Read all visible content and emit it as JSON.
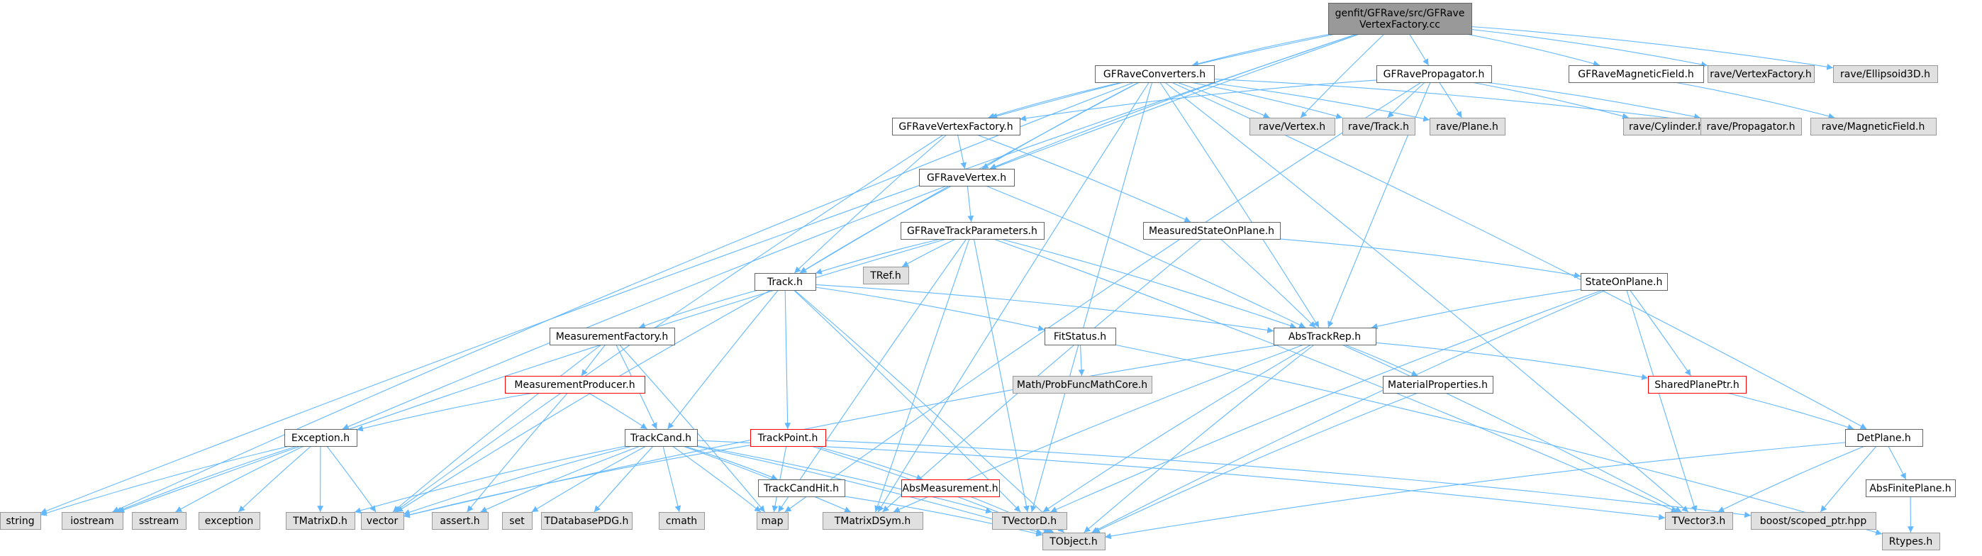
{
  "colors": {
    "edge": "#63b8ff",
    "border_default": "#666666",
    "border_external": "#999999",
    "border_truncated": "#ff0000",
    "fill_root": "#999999",
    "fill_external": "#e0e0e0",
    "fill_default": "#ffffff"
  },
  "nodes": [
    {
      "id": "root",
      "lines": [
        "genfit/GFRave/src/GFRave",
        "VertexFactory.cc"
      ],
      "kind": "root"
    },
    {
      "id": "conv",
      "lines": [
        "GFRaveConverters.h"
      ],
      "kind": "default"
    },
    {
      "id": "prop",
      "lines": [
        "GFRavePropagator.h"
      ],
      "kind": "default"
    },
    {
      "id": "magf",
      "lines": [
        "GFRaveMagneticField.h"
      ],
      "kind": "default"
    },
    {
      "id": "rvf",
      "lines": [
        "rave/VertexFactory.h"
      ],
      "kind": "external"
    },
    {
      "id": "rell",
      "lines": [
        "rave/Ellipsoid3D.h"
      ],
      "kind": "external"
    },
    {
      "id": "gfvf",
      "lines": [
        "GFRaveVertexFactory.h"
      ],
      "kind": "default"
    },
    {
      "id": "rvtx",
      "lines": [
        "rave/Vertex.h"
      ],
      "kind": "external"
    },
    {
      "id": "rtrk",
      "lines": [
        "rave/Track.h"
      ],
      "kind": "external"
    },
    {
      "id": "rpln",
      "lines": [
        "rave/Plane.h"
      ],
      "kind": "external"
    },
    {
      "id": "rcyl",
      "lines": [
        "rave/Cylinder.h"
      ],
      "kind": "external"
    },
    {
      "id": "rprp",
      "lines": [
        "rave/Propagator.h"
      ],
      "kind": "external"
    },
    {
      "id": "rmag",
      "lines": [
        "rave/MagneticField.h"
      ],
      "kind": "external"
    },
    {
      "id": "gfvx",
      "lines": [
        "GFRaveVertex.h"
      ],
      "kind": "default"
    },
    {
      "id": "gftp",
      "lines": [
        "GFRaveTrackParameters.h"
      ],
      "kind": "default"
    },
    {
      "id": "msop",
      "lines": [
        "MeasuredStateOnPlane.h"
      ],
      "kind": "default"
    },
    {
      "id": "tref",
      "lines": [
        "TRef.h"
      ],
      "kind": "external"
    },
    {
      "id": "track",
      "lines": [
        "Track.h"
      ],
      "kind": "default"
    },
    {
      "id": "sop",
      "lines": [
        "StateOnPlane.h"
      ],
      "kind": "default"
    },
    {
      "id": "mfac",
      "lines": [
        "MeasurementFactory.h"
      ],
      "kind": "default"
    },
    {
      "id": "fits",
      "lines": [
        "FitStatus.h"
      ],
      "kind": "default"
    },
    {
      "id": "atr",
      "lines": [
        "AbsTrackRep.h"
      ],
      "kind": "default"
    },
    {
      "id": "math",
      "lines": [
        "Math/ProbFuncMathCore.h"
      ],
      "kind": "external"
    },
    {
      "id": "mprod",
      "lines": [
        "MeasurementProducer.h"
      ],
      "kind": "truncated"
    },
    {
      "id": "matp",
      "lines": [
        "MaterialProperties.h"
      ],
      "kind": "default"
    },
    {
      "id": "spp",
      "lines": [
        "SharedPlanePtr.h"
      ],
      "kind": "truncated"
    },
    {
      "id": "exc",
      "lines": [
        "Exception.h"
      ],
      "kind": "default"
    },
    {
      "id": "tcand",
      "lines": [
        "TrackCand.h"
      ],
      "kind": "default"
    },
    {
      "id": "tpt",
      "lines": [
        "TrackPoint.h"
      ],
      "kind": "truncated"
    },
    {
      "id": "detp",
      "lines": [
        "DetPlane.h"
      ],
      "kind": "default"
    },
    {
      "id": "amea",
      "lines": [
        "AbsMeasurement.h"
      ],
      "kind": "truncated"
    },
    {
      "id": "tch",
      "lines": [
        "TrackCandHit.h"
      ],
      "kind": "default"
    },
    {
      "id": "afp",
      "lines": [
        "AbsFinitePlane.h"
      ],
      "kind": "default"
    },
    {
      "id": "str",
      "lines": [
        "string"
      ],
      "kind": "external"
    },
    {
      "id": "ios",
      "lines": [
        "iostream"
      ],
      "kind": "external"
    },
    {
      "id": "sst",
      "lines": [
        "sstream"
      ],
      "kind": "external"
    },
    {
      "id": "exn",
      "lines": [
        "exception"
      ],
      "kind": "external"
    },
    {
      "id": "tmd",
      "lines": [
        "TMatrixD.h"
      ],
      "kind": "external"
    },
    {
      "id": "vec",
      "lines": [
        "vector"
      ],
      "kind": "external"
    },
    {
      "id": "ast",
      "lines": [
        "assert.h"
      ],
      "kind": "external"
    },
    {
      "id": "set",
      "lines": [
        "set"
      ],
      "kind": "external"
    },
    {
      "id": "tdb",
      "lines": [
        "TDatabasePDG.h"
      ],
      "kind": "external"
    },
    {
      "id": "cmt",
      "lines": [
        "cmath"
      ],
      "kind": "external"
    },
    {
      "id": "map",
      "lines": [
        "map"
      ],
      "kind": "external"
    },
    {
      "id": "tmds",
      "lines": [
        "TMatrixDSym.h"
      ],
      "kind": "external"
    },
    {
      "id": "tv3",
      "lines": [
        "TVectorD.h"
      ],
      "kind": "external"
    },
    {
      "id": "tv3h",
      "lines": [
        "TVector3.h"
      ],
      "kind": "external"
    },
    {
      "id": "bsp",
      "lines": [
        "boost/scoped_ptr.hpp"
      ],
      "kind": "external"
    },
    {
      "id": "tobj",
      "lines": [
        "TObject.h"
      ],
      "kind": "external"
    },
    {
      "id": "rty",
      "lines": [
        "Rtypes.h"
      ],
      "kind": "external"
    }
  ],
  "edges": [
    [
      "root",
      "conv"
    ],
    [
      "root",
      "prop"
    ],
    [
      "root",
      "magf"
    ],
    [
      "root",
      "rvf"
    ],
    [
      "root",
      "rell"
    ],
    [
      "root",
      "gfvf"
    ],
    [
      "root",
      "gfvx"
    ],
    [
      "root",
      "rvtx"
    ],
    [
      "root",
      "exc"
    ],
    [
      "root",
      "str"
    ],
    [
      "conv",
      "gfvf"
    ],
    [
      "conv",
      "gfvx"
    ],
    [
      "conv",
      "rvtx"
    ],
    [
      "conv",
      "rtrk"
    ],
    [
      "conv",
      "rpln"
    ],
    [
      "conv",
      "track"
    ],
    [
      "conv",
      "atr"
    ],
    [
      "conv",
      "detp"
    ],
    [
      "conv",
      "ios"
    ],
    [
      "conv",
      "tv3h"
    ],
    [
      "conv",
      "tmds"
    ],
    [
      "conv",
      "tv3"
    ],
    [
      "conv",
      "rprp"
    ],
    [
      "prop",
      "gfvf"
    ],
    [
      "prop",
      "rtrk"
    ],
    [
      "prop",
      "rpln"
    ],
    [
      "prop",
      "rcyl"
    ],
    [
      "prop",
      "rprp"
    ],
    [
      "prop",
      "atr"
    ],
    [
      "prop",
      "map"
    ],
    [
      "magf",
      "rmag"
    ],
    [
      "gfvf",
      "gfvx"
    ],
    [
      "gfvf",
      "track"
    ],
    [
      "gfvf",
      "msop"
    ],
    [
      "gfvf",
      "vec"
    ],
    [
      "gfvx",
      "gftp"
    ],
    [
      "gfvx",
      "atr"
    ],
    [
      "gfvx",
      "track"
    ],
    [
      "gftp",
      "track"
    ],
    [
      "gftp",
      "tref"
    ],
    [
      "gftp",
      "atr"
    ],
    [
      "gftp",
      "tmds"
    ],
    [
      "gftp",
      "tv3"
    ],
    [
      "gftp",
      "tv3h"
    ],
    [
      "gftp",
      "ios"
    ],
    [
      "gftp",
      "map"
    ],
    [
      "msop",
      "sop"
    ],
    [
      "msop",
      "atr"
    ],
    [
      "msop",
      "tmds"
    ],
    [
      "track",
      "mfac"
    ],
    [
      "track",
      "fits"
    ],
    [
      "track",
      "atr"
    ],
    [
      "track",
      "tcand"
    ],
    [
      "track",
      "tpt"
    ],
    [
      "track",
      "vec"
    ],
    [
      "track",
      "tv3"
    ],
    [
      "track",
      "tobj"
    ],
    [
      "sop",
      "atr"
    ],
    [
      "sop",
      "spp"
    ],
    [
      "sop",
      "tv3"
    ],
    [
      "sop",
      "tv3h"
    ],
    [
      "sop",
      "tobj"
    ],
    [
      "mfac",
      "mprod"
    ],
    [
      "mfac",
      "tcand"
    ],
    [
      "mfac",
      "vec"
    ],
    [
      "mfac",
      "map"
    ],
    [
      "fits",
      "math"
    ],
    [
      "fits",
      "rty"
    ],
    [
      "atr",
      "matp"
    ],
    [
      "atr",
      "spp"
    ],
    [
      "atr",
      "tv3"
    ],
    [
      "atr",
      "tmds"
    ],
    [
      "atr",
      "tobj"
    ],
    [
      "atr",
      "tv3h"
    ],
    [
      "atr",
      "vec"
    ],
    [
      "mprod",
      "exc"
    ],
    [
      "mprod",
      "tcand"
    ],
    [
      "mprod",
      "ast"
    ],
    [
      "matp",
      "tobj"
    ],
    [
      "spp",
      "detp"
    ],
    [
      "exc",
      "str"
    ],
    [
      "exc",
      "ios"
    ],
    [
      "exc",
      "sst"
    ],
    [
      "exc",
      "exn"
    ],
    [
      "exc",
      "tmd"
    ],
    [
      "exc",
      "vec"
    ],
    [
      "tcand",
      "tch"
    ],
    [
      "tcand",
      "tmd"
    ],
    [
      "tcand",
      "vec"
    ],
    [
      "tcand",
      "ast"
    ],
    [
      "tcand",
      "set"
    ],
    [
      "tcand",
      "tdb"
    ],
    [
      "tcand",
      "cmt"
    ],
    [
      "tcand",
      "map"
    ],
    [
      "tcand",
      "tmds"
    ],
    [
      "tcand",
      "tv3"
    ],
    [
      "tcand",
      "tobj"
    ],
    [
      "tcand",
      "tv3h"
    ],
    [
      "tpt",
      "amea"
    ],
    [
      "tpt",
      "map"
    ],
    [
      "tpt",
      "tobj"
    ],
    [
      "tpt",
      "vec"
    ],
    [
      "tpt",
      "bsp"
    ],
    [
      "detp",
      "afp"
    ],
    [
      "detp",
      "tv3h"
    ],
    [
      "detp",
      "bsp"
    ],
    [
      "detp",
      "tobj"
    ],
    [
      "amea",
      "tobj"
    ],
    [
      "tch",
      "tobj"
    ],
    [
      "afp",
      "rty"
    ]
  ]
}
